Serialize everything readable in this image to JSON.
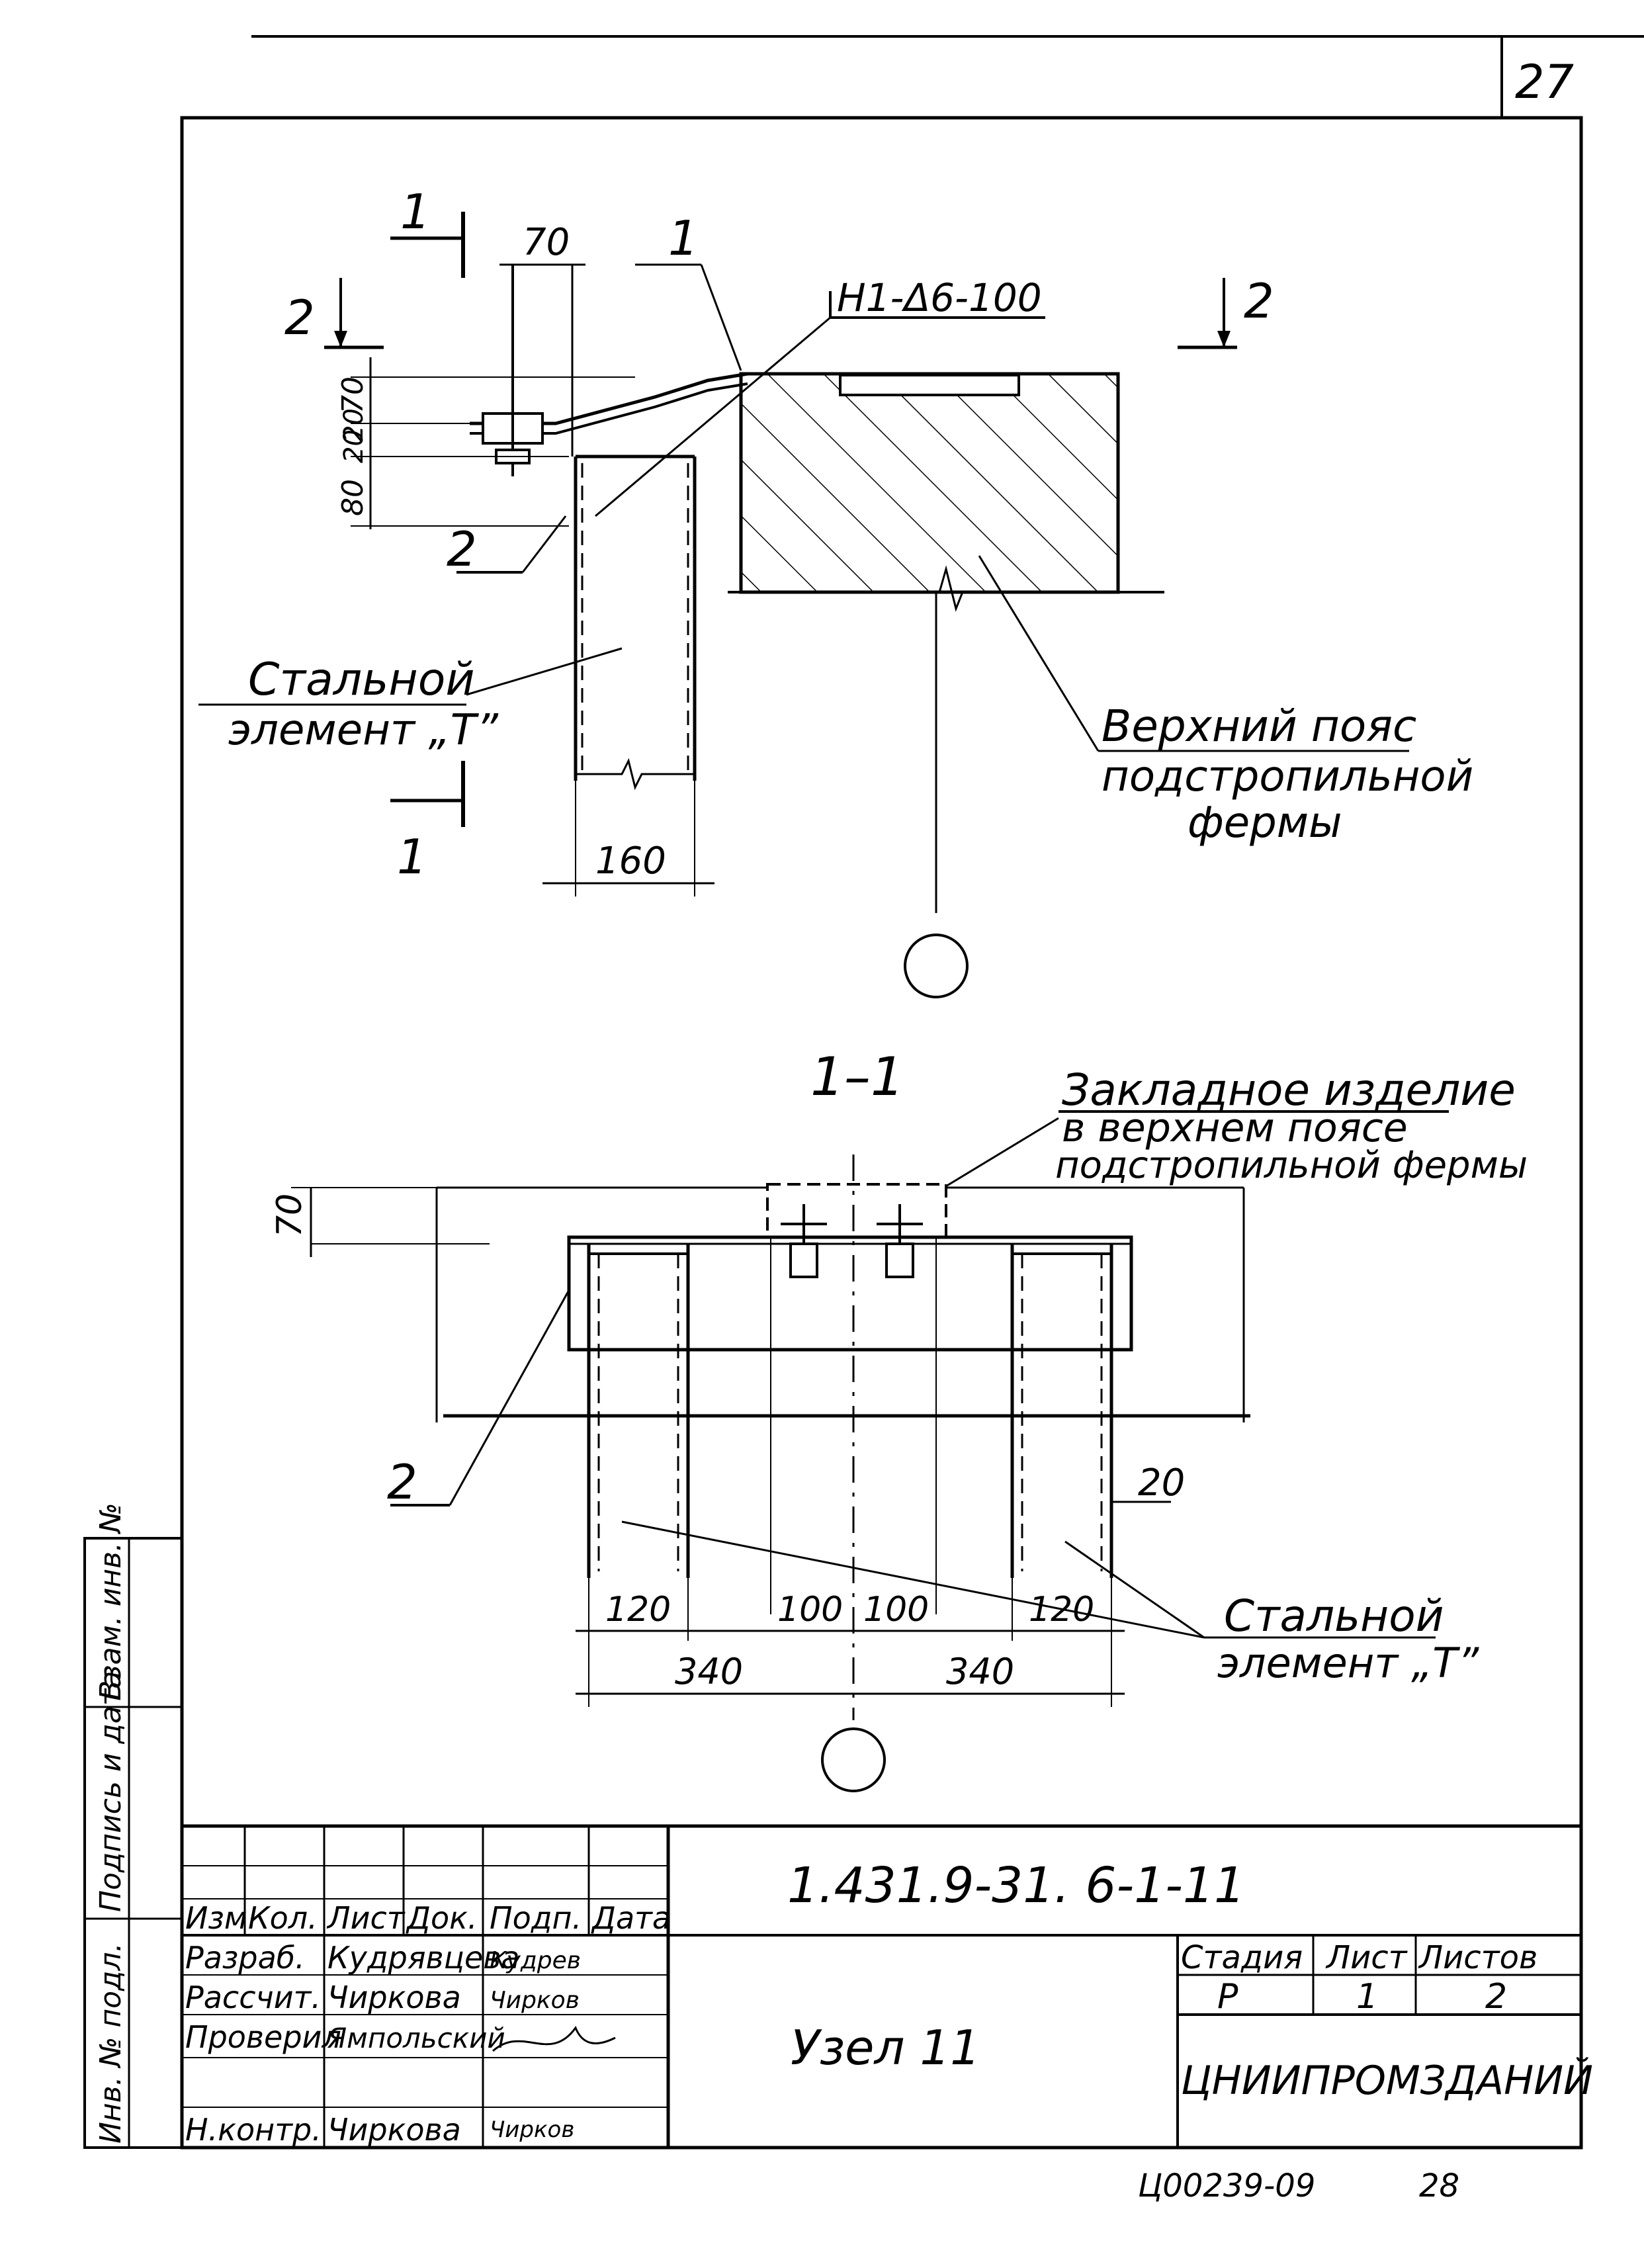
{
  "sheet_page_number": "27",
  "drawing": {
    "plan": {
      "section_mark_1": "1",
      "section_mark_2": "2",
      "section_mark_2_right": "2",
      "dim_70_top": "70",
      "dims_vertical": [
        "70",
        "20",
        "20",
        "80"
      ],
      "leader_1": "1",
      "weld_note": "Н1-Δ6-100",
      "leader_2": "2",
      "steel_element_line1": "Стальной",
      "steel_element_line2": "элемент „Т”",
      "upper_chord_line1": "Верхний пояс",
      "upper_chord_line2": "подстропильной",
      "upper_chord_line3": "фермы",
      "dim_160": "160",
      "section_mark_1_bottom": "1"
    },
    "section": {
      "title": "1–1",
      "embed_line1": "Закладное изделие",
      "embed_line2": "в верхнем поясе",
      "embed_line3": "подстропильной фермы",
      "dim_70": "70",
      "leader_2": "2",
      "dim_20": "20",
      "dims_bottom": [
        "120",
        "100",
        "100",
        "120"
      ],
      "dims_overall": [
        "340",
        "340"
      ],
      "steel_element_line1": "Стальной",
      "steel_element_line2": "элемент „Т”"
    }
  },
  "title_block": {
    "code": "1.431.9-31. 6-1-11",
    "node_name": "Узел 11",
    "header_cells": [
      "Изм.",
      "Кол.",
      "Лист",
      "Док.",
      "Подп.",
      "Дата"
    ],
    "roles": [
      {
        "role": "Разраб.",
        "name": "Кудрявцева",
        "sign": "Кудрев"
      },
      {
        "role": "Рассчит.",
        "name": "Чиркова",
        "sign": "Чирков"
      },
      {
        "role": "Проверил",
        "name": "Ямпольский",
        "sign": ""
      },
      {
        "role": "",
        "name": "",
        "sign": ""
      },
      {
        "role": "Н.контр.",
        "name": "Чиркова",
        "sign": "Чирков"
      }
    ],
    "stage_label": "Стадия",
    "sheet_label": "Лист",
    "sheets_label": "Листов",
    "stage_value": "Р",
    "sheet_value": "1",
    "sheets_value": "2",
    "organization": "ЦНИИПРОМЗДАНИЙ"
  },
  "side_stamp": [
    "Инв. № подл.",
    "Подпись и дата",
    "Взам. инв. №"
  ],
  "archive_number": "Ц00239-09",
  "archive_page": "28"
}
